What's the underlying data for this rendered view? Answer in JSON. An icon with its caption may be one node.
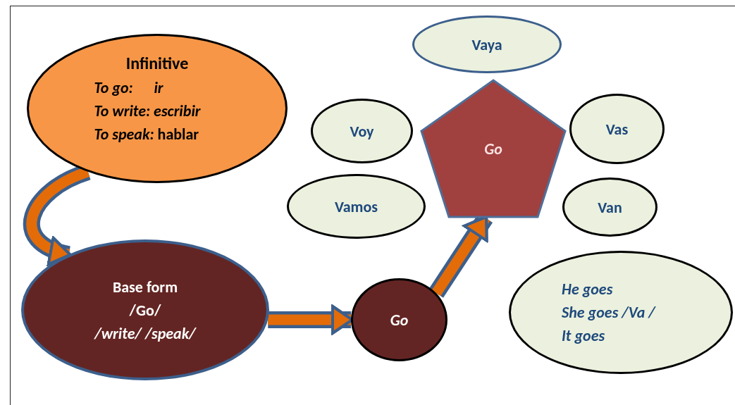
{
  "diagram": {
    "nodes": [
      {
        "text": [
          "Infinitive",
          "*To go:      ir*",
          "*To write: escribir*",
          "*To speak:* hablar"
        ]
      },
      {
        "text": [
          "Base form",
          "/Go/",
          "*/write/ /speak/*"
        ]
      },
      {
        "text": [
          "*Go*"
        ]
      },
      {
        "text": [
          "*Go*"
        ]
      },
      {
        "text": [
          "Vaya"
        ]
      },
      {
        "text": [
          "Voy"
        ]
      },
      {
        "text": [
          "Vas"
        ]
      },
      {
        "text": [
          "Vamos"
        ]
      },
      {
        "text": [
          "Van"
        ]
      },
      {
        "text": [
          "*He goes*",
          "*She goes /Va /*",
          "*It goes*"
        ]
      }
    ],
    "edges": [
      {
        "from": 0,
        "to": 1,
        "arrow": "to"
      },
      {
        "from": 1,
        "to": 2,
        "arrow": "to"
      },
      {
        "from": 2,
        "to": 3,
        "arrow": "to"
      }
    ]
  }
}
